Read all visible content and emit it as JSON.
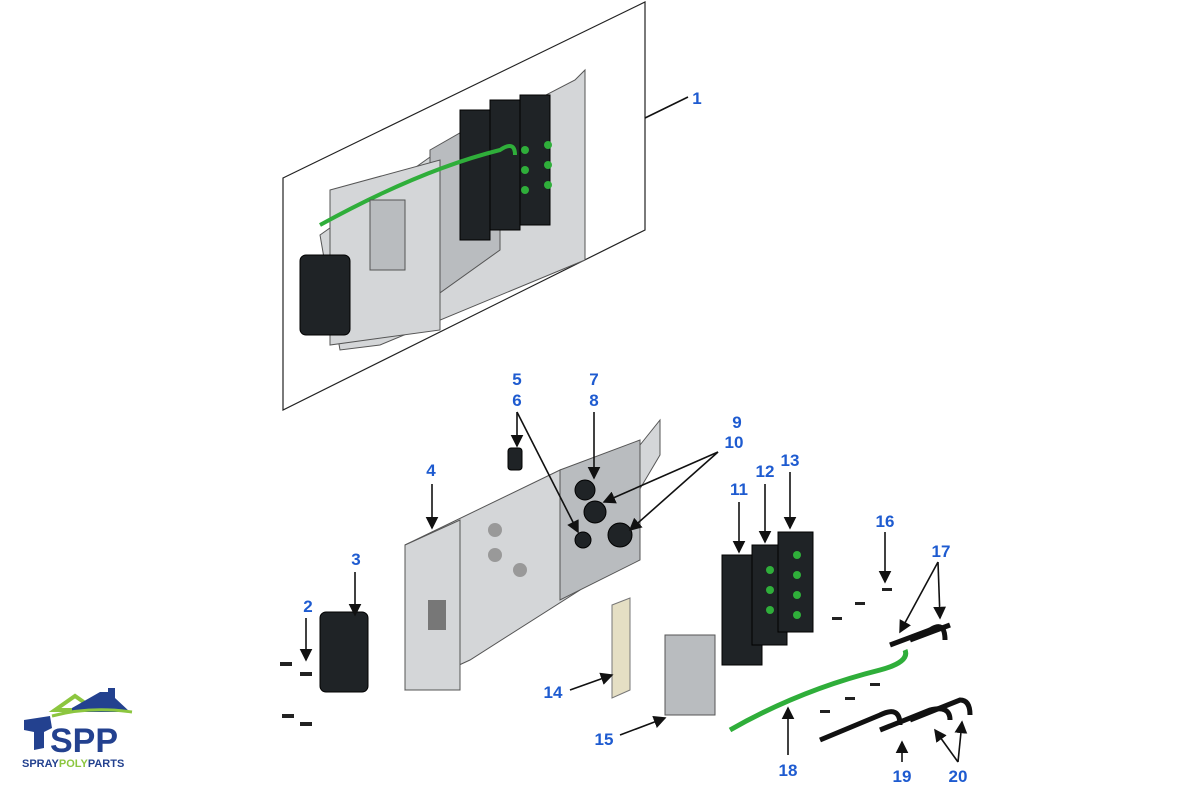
{
  "diagram": {
    "title": "Exploded parts diagram",
    "callouts": [
      "1",
      "2",
      "3",
      "4",
      "5",
      "6",
      "7",
      "8",
      "9",
      "10",
      "11",
      "12",
      "13",
      "14",
      "15",
      "16",
      "17",
      "18",
      "19",
      "20"
    ]
  },
  "logo": {
    "mark": "SPP",
    "word_1": "SPRAY",
    "word_2": "POLY",
    "word_3": "PARTS"
  },
  "colors": {
    "callout": "#1e5bd0",
    "logo_blue": "#23418f",
    "logo_green": "#8cc63f",
    "cable_green": "#2fae3a"
  }
}
